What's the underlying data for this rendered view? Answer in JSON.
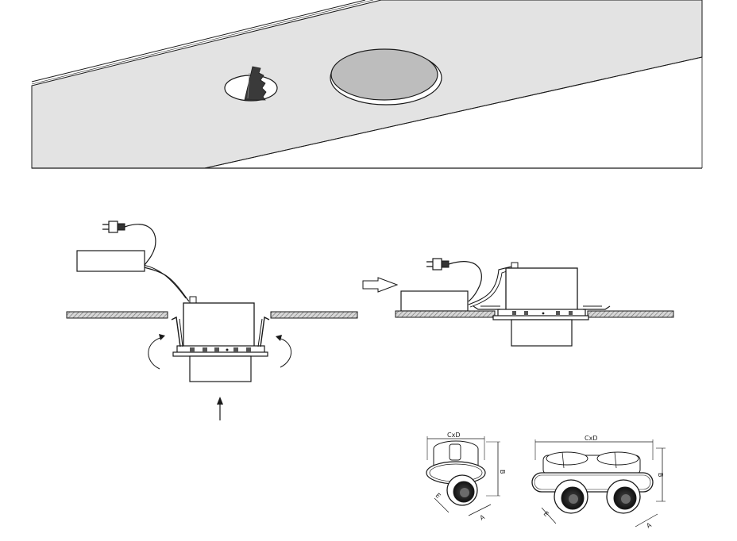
{
  "dimension_labels": {
    "single": {
      "width": "CxD",
      "height": "B",
      "depth_a": "A",
      "depth_e": "E"
    },
    "double": {
      "width": "CxD",
      "height": "B",
      "depth_a": "A",
      "depth_e": "E"
    }
  },
  "colors": {
    "ceiling_face": "#e3e3e3",
    "cutout_fill": "#bdbdbd",
    "line": "#1a1a1a",
    "board_hatch": "#9a9a9a"
  }
}
